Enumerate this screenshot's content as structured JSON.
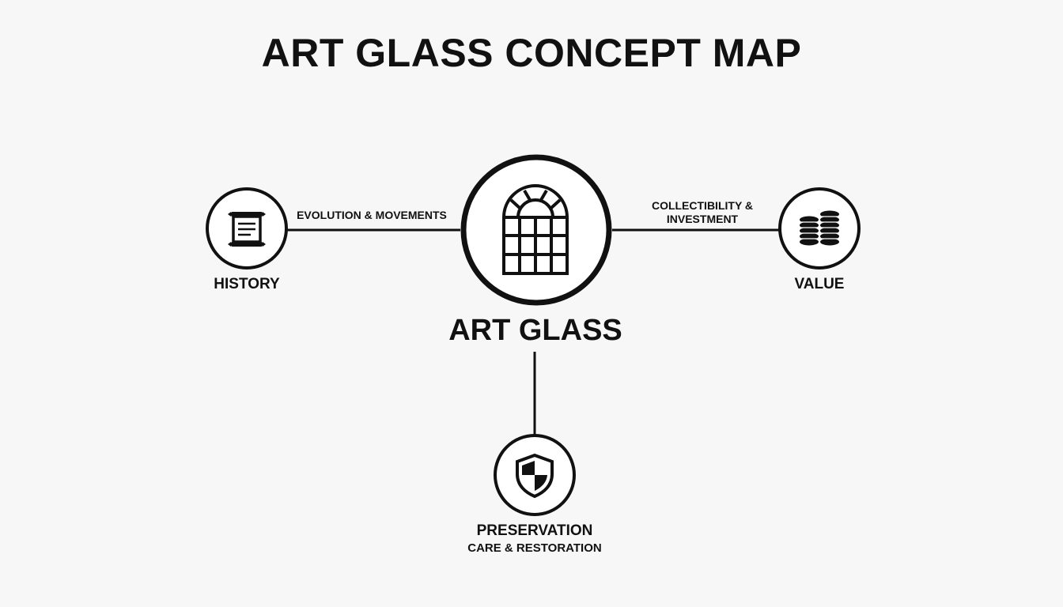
{
  "title": "ART GLASS CONCEPT MAP",
  "central": {
    "label": "ART GLASS",
    "icon": "arched-window-icon"
  },
  "nodes": {
    "history": {
      "label": "HISTORY",
      "icon": "scroll-icon"
    },
    "value": {
      "label": "VALUE",
      "icon": "coin-stacks-icon"
    },
    "preservation": {
      "label": "PRESERVATION",
      "sublabel": "CARE & RESTORATION",
      "icon": "shield-icon"
    }
  },
  "edges": {
    "history": {
      "line1": "EVOLUTION & MOVEMENTS"
    },
    "value": {
      "line1": "COLLECTIBILITY &",
      "line2": "INVESTMENT"
    }
  },
  "colors": {
    "stroke": "#111111",
    "background": "#f7f7f7"
  }
}
